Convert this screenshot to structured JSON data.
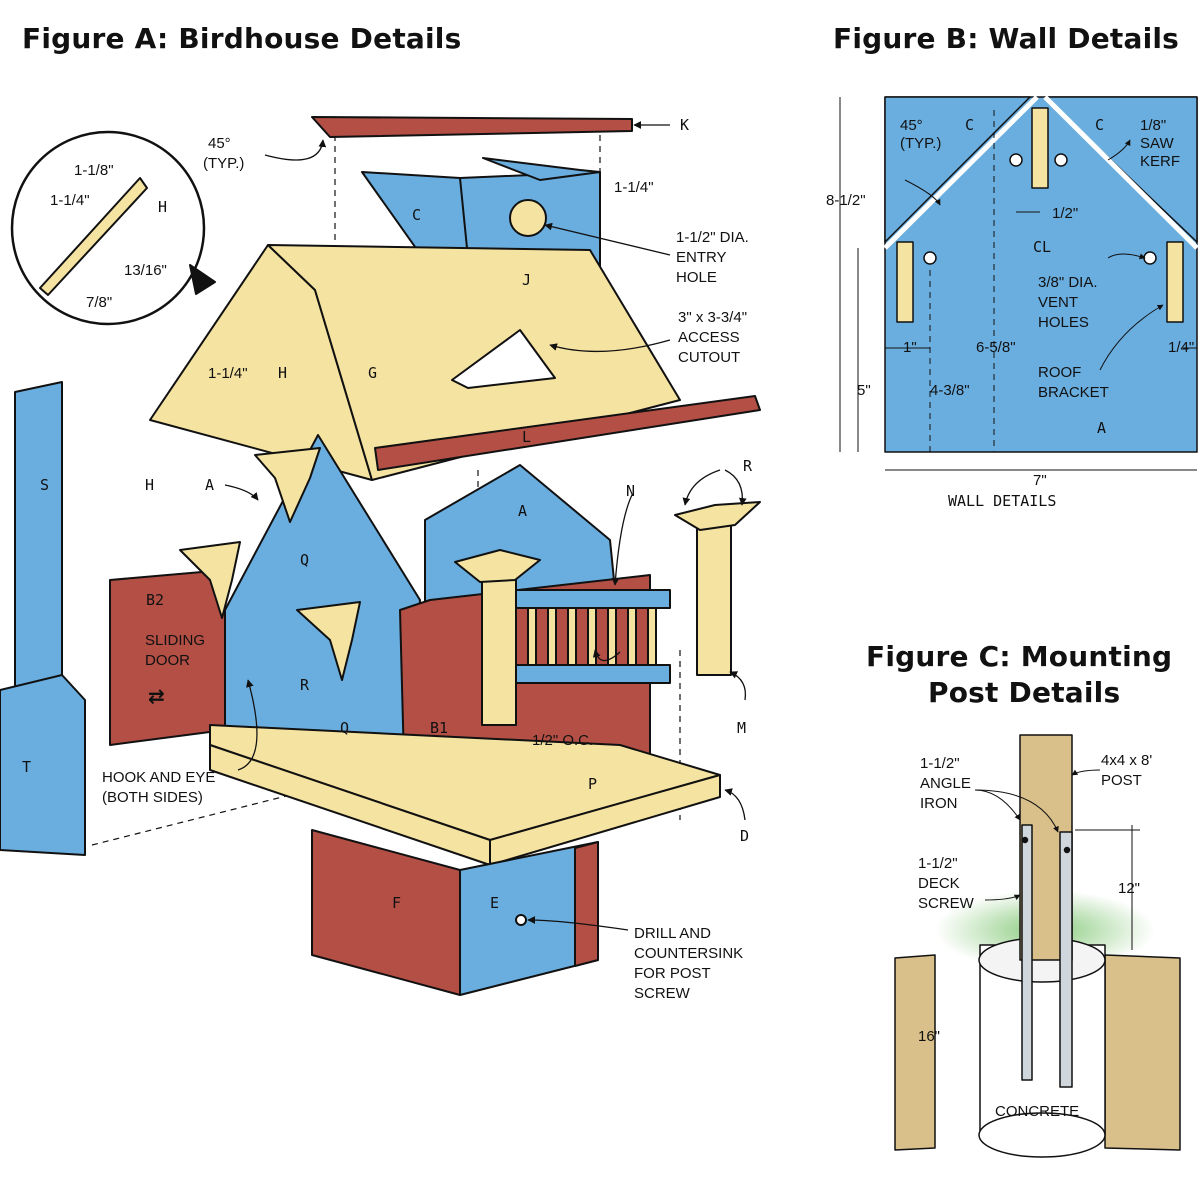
{
  "figure_a": {
    "title": "Figure A: Birdhouse Details",
    "parts": {
      "K": "K",
      "C": "C",
      "J": "J",
      "G": "G",
      "H": "H",
      "H2": "H",
      "L": "L",
      "A": "A",
      "A2": "A",
      "N": "N",
      "R": "R",
      "R2": "R",
      "Q": "Q",
      "Q2": "Q",
      "B2": "B2",
      "B1": "B1",
      "P": "P",
      "M": "M",
      "D": "D",
      "F": "F",
      "E": "E",
      "S": "S",
      "T": "T"
    },
    "callouts": {
      "typ45": [
        "45°",
        "(TYP.)"
      ],
      "entry": [
        "1-1/2\" DIA.",
        "ENTRY",
        "HOLE"
      ],
      "access": [
        "3\" x 3-3/4\"",
        "ACCESS",
        "CUTOUT"
      ],
      "dim_114": "1-1/4\"",
      "dim_114b": "1-1/4\"",
      "sliding": [
        "SLIDING",
        "DOOR"
      ],
      "hook": [
        "HOOK AND EYE",
        "(BOTH SIDES)"
      ],
      "oc": "1/2\" O.C.",
      "drill": [
        "DRILL AND",
        "COUNTERSINK",
        "FOR POST",
        "SCREW"
      ]
    },
    "inset": {
      "d118": "1-1/8\"",
      "d114": "1-1/4\"",
      "h": "H",
      "d1316": "13/16\"",
      "d78": "7/8\""
    }
  },
  "figure_b": {
    "title": "Figure B: Wall Details",
    "labels": {
      "typ45": [
        "45°",
        "(TYP.)"
      ],
      "c1": "C",
      "c2": "C",
      "kerf": [
        "1/8\"",
        "SAW",
        "KERF"
      ],
      "h812": "8-1/2\"",
      "half": "1/2\"",
      "cl": "CL",
      "vent": [
        "3/8\" DIA.",
        "VENT",
        "HOLES"
      ],
      "one": "1\"",
      "h658": "6-5/8\"",
      "quarter": "1/4\"",
      "five": "5\"",
      "h438": "4-3/8\"",
      "bracket": [
        "ROOF",
        "BRACKET"
      ],
      "a": "A",
      "seven": "7\"",
      "caption": "WALL DETAILS"
    }
  },
  "figure_c": {
    "title_line1": "Figure C: Mounting",
    "title_line2": "Post Details",
    "labels": {
      "angle": [
        "1-1/2\"",
        "ANGLE",
        "IRON"
      ],
      "post": [
        "4x4 x 8'",
        "POST"
      ],
      "screw": [
        "1-1/2\"",
        "DECK",
        "SCREW"
      ],
      "twelve": "12\"",
      "sixteen": "16\"",
      "concrete": "CONCRETE"
    }
  },
  "colors": {
    "blue": "#6aaee0",
    "pale": "#f5e3a1",
    "red": "#b34f45",
    "wood": "#d9c08a",
    "green": "#7bc46e"
  }
}
